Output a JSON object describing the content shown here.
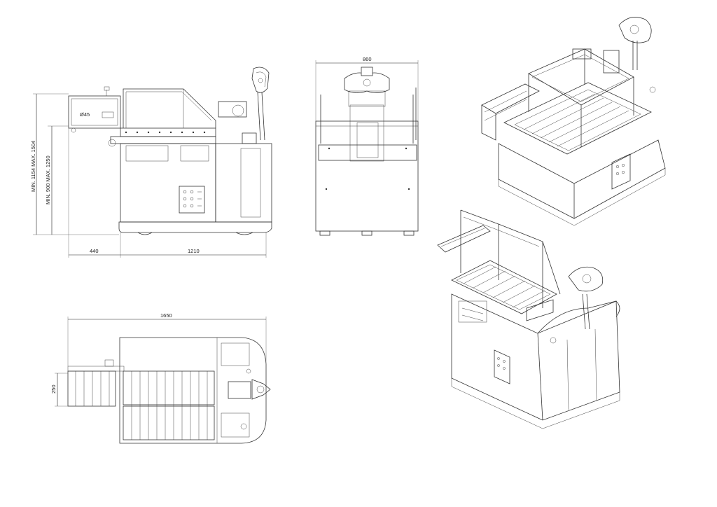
{
  "side_view": {
    "dim_total_height": "MIN. 1154 MAX. 1504",
    "dim_roller_height": "MIN. 900 MAX. 1250",
    "dim_overhang": "440",
    "dim_length": "1210",
    "roller_diameter": "Ø45"
  },
  "front_view": {
    "dim_width": "860"
  },
  "top_view": {
    "dim_total_length": "1650",
    "dim_roller_pitch": "250"
  },
  "colors": {
    "line": "#333333",
    "background": "#ffffff"
  }
}
